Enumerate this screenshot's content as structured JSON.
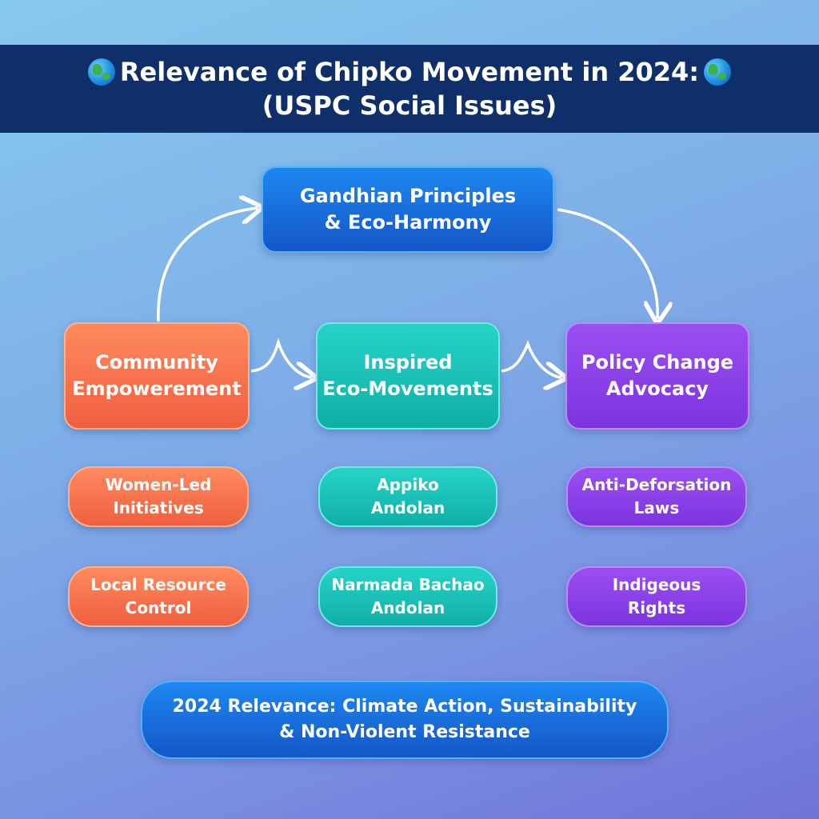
{
  "title": {
    "line1": "Relevance of Chipko Movement in 2024:",
    "line2": "(USPC Social Issues)"
  },
  "icons": {
    "title_left": "globe-icon",
    "title_right": "globe-icon"
  },
  "nodes": {
    "gandhian": {
      "line1": "Gandhian Principles",
      "line2": "& Eco-Harmony"
    },
    "community": {
      "line1": "Community",
      "line2": "Empowerement"
    },
    "inspired": {
      "line1": "Inspired",
      "line2": "Eco-Movements"
    },
    "policy": {
      "line1": "Policy Change",
      "line2": "Advocacy"
    }
  },
  "pills": {
    "women": {
      "line1": "Women-Led",
      "line2": "Initiatives"
    },
    "local": {
      "line1": "Local Resource",
      "line2": "Control"
    },
    "appiko": {
      "line1": "Appiko",
      "line2": "Andolan"
    },
    "narmada": {
      "line1": "Narmada Bachao",
      "line2": "Andolan"
    },
    "anti": {
      "line1": "Anti-Deforsation",
      "line2": "Laws"
    },
    "indig": {
      "line1": "Indigeous",
      "line2": "Rights"
    }
  },
  "footer": {
    "line1": "2024 Relevance: Climate Action, Sustainability",
    "line2": "& Non-Violent Resistance"
  },
  "colors": {
    "title_bar": "#0f2f6b",
    "blue": "#1e88f0",
    "orange": "#f05f40",
    "teal": "#10afa6",
    "purple": "#7c34df",
    "arrow": "#ffffff"
  }
}
